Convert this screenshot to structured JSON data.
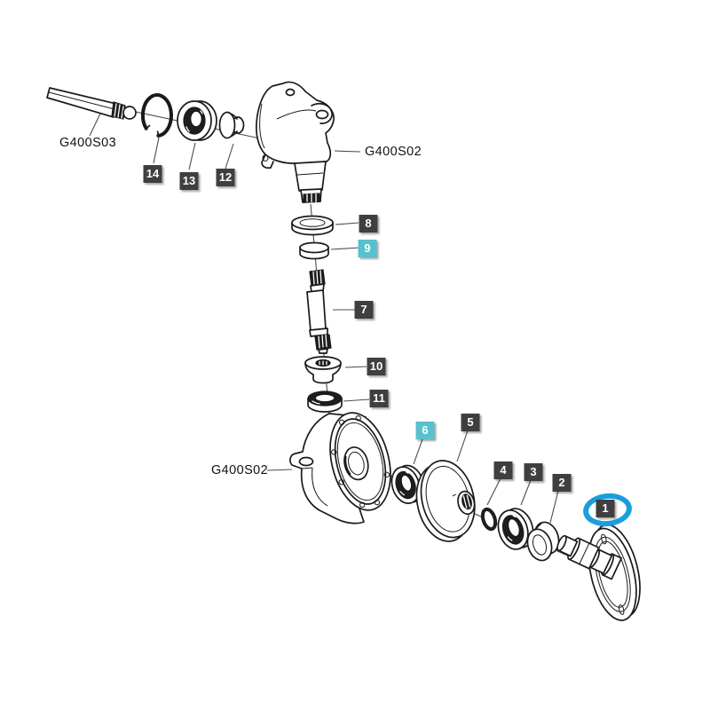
{
  "diagram": {
    "description": "Exploded-view tractor front axle knuckle parts diagram",
    "colors": {
      "background": "#ffffff",
      "outline": "#1a1a1a",
      "label_bg": "#3f3f3f",
      "label_text": "#ffffff",
      "highlight_label_bg": "#59c1cc",
      "highlight_circle": "#1a9edb"
    },
    "part_codes": {
      "shaft": "G400S03",
      "upper_housing": "G400S02",
      "lower_housing": "G400S02"
    },
    "labels": [
      {
        "num": "14",
        "style": "default",
        "circled": false
      },
      {
        "num": "13",
        "style": "default",
        "circled": false
      },
      {
        "num": "12",
        "style": "default",
        "circled": false
      },
      {
        "num": "8",
        "style": "default",
        "circled": false
      },
      {
        "num": "9",
        "style": "highlight",
        "circled": false
      },
      {
        "num": "7",
        "style": "default",
        "circled": false
      },
      {
        "num": "10",
        "style": "default",
        "circled": false
      },
      {
        "num": "11",
        "style": "default",
        "circled": false
      },
      {
        "num": "6",
        "style": "highlight",
        "circled": false
      },
      {
        "num": "5",
        "style": "default",
        "circled": false
      },
      {
        "num": "4",
        "style": "default",
        "circled": false
      },
      {
        "num": "3",
        "style": "default",
        "circled": false
      },
      {
        "num": "2",
        "style": "default",
        "circled": false
      },
      {
        "num": "1",
        "style": "default",
        "circled": true
      }
    ]
  }
}
